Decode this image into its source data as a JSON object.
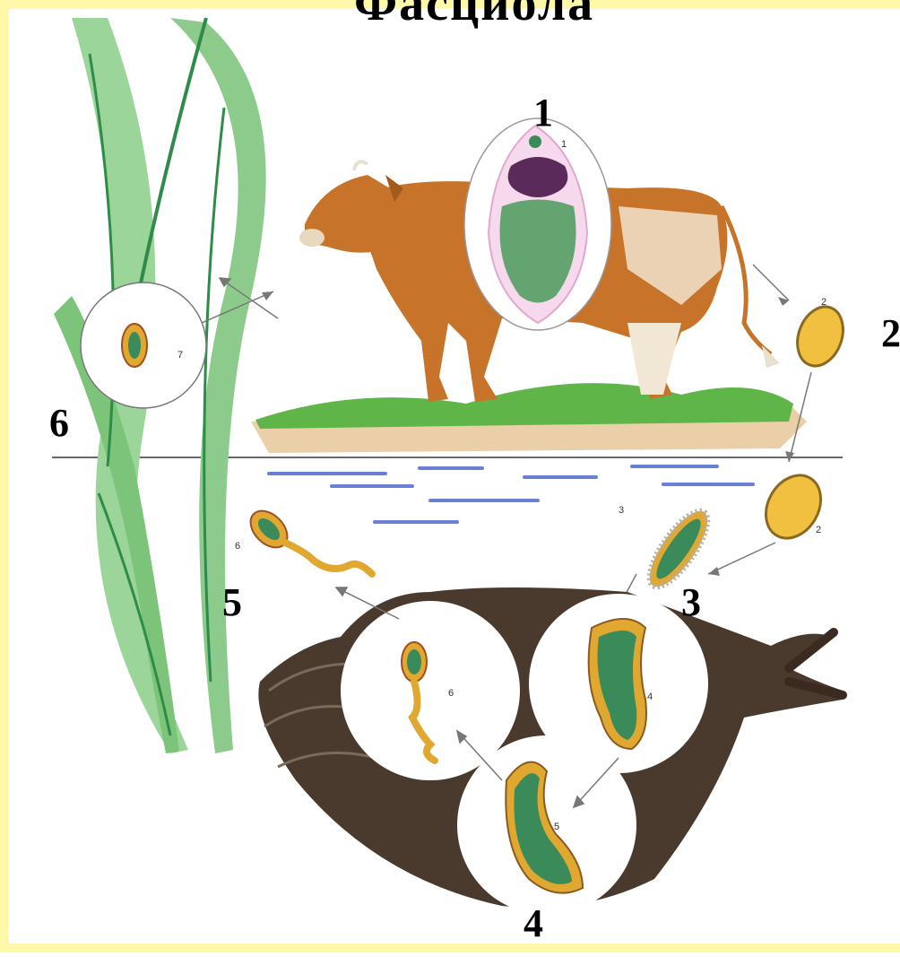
{
  "title_fragment": "Фасциола",
  "stage_numbers": {
    "n1": "1",
    "n2": "2",
    "n3": "3",
    "n4": "4",
    "n5": "5",
    "n6": "6"
  },
  "inset_labels": {
    "fluke": "1",
    "egg_upper": "2",
    "egg_lower": "2",
    "miracidium": "3",
    "sporocyst": "4",
    "redia": "5",
    "cercaria_in_snail": "6",
    "cercaria_free": "6",
    "adolescaria": "7"
  },
  "colors": {
    "page_border": "#fff8a8",
    "grass": "#7cc47a",
    "grass_dark": "#2e8b4a",
    "cow": "#c8732a",
    "snail": "#4a3a2e",
    "water": "#6b7fd6",
    "larva": "#e0a830",
    "larva_inner": "#3a8a5a",
    "fluke_purple": "#5a2a5a"
  }
}
